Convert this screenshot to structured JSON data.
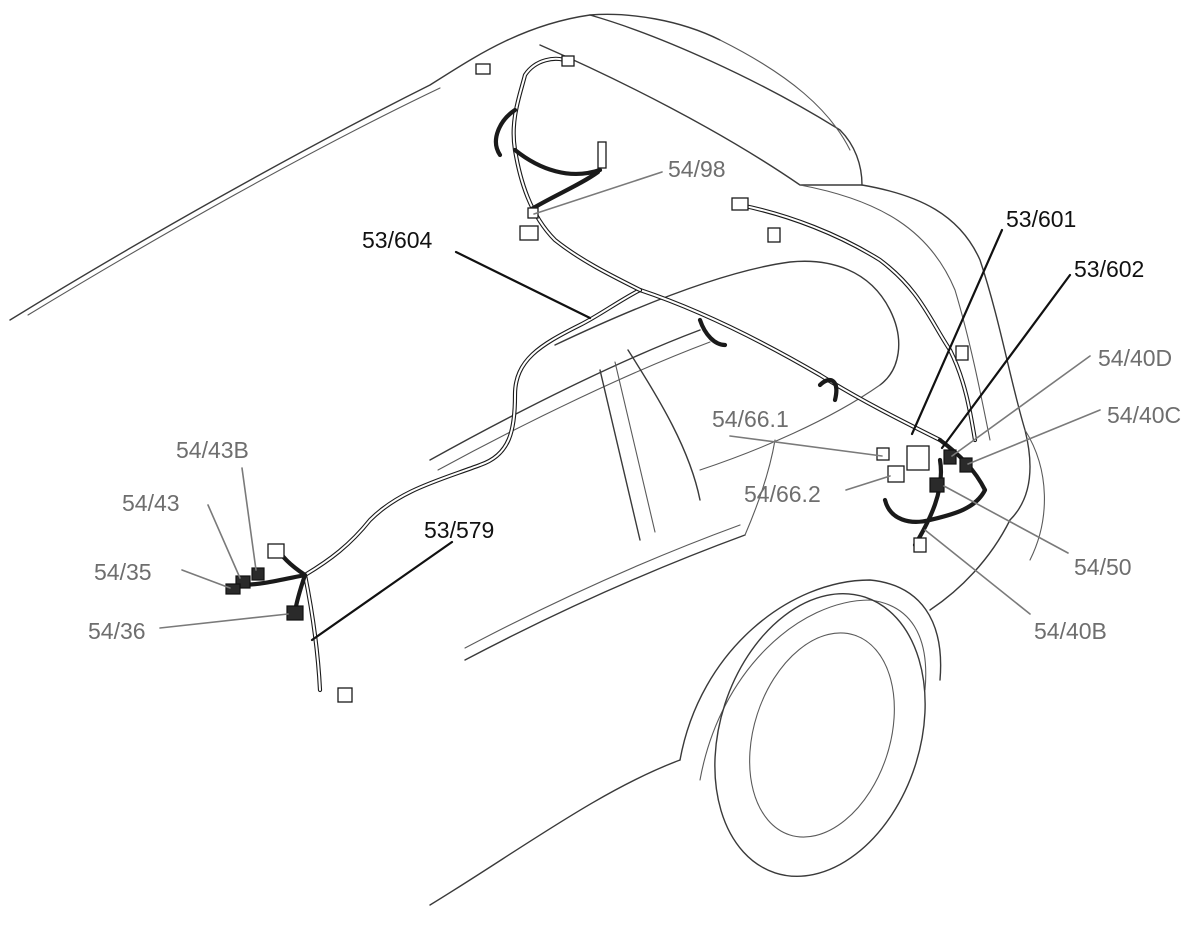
{
  "callouts": {
    "c_54_98": {
      "text": "54/98",
      "tone": "gray"
    },
    "c_53_604": {
      "text": "53/604",
      "tone": "black"
    },
    "c_53_601": {
      "text": "53/601",
      "tone": "black"
    },
    "c_53_602": {
      "text": "53/602",
      "tone": "black"
    },
    "c_54_40D": {
      "text": "54/40D",
      "tone": "gray"
    },
    "c_54_40C": {
      "text": "54/40C",
      "tone": "gray"
    },
    "c_54_66_1": {
      "text": "54/66.1",
      "tone": "gray"
    },
    "c_54_66_2": {
      "text": "54/66.2",
      "tone": "gray"
    },
    "c_54_43B": {
      "text": "54/43B",
      "tone": "gray"
    },
    "c_54_43": {
      "text": "54/43",
      "tone": "gray"
    },
    "c_53_579": {
      "text": "53/579",
      "tone": "black"
    },
    "c_54_35": {
      "text": "54/35",
      "tone": "gray"
    },
    "c_54_36": {
      "text": "54/36",
      "tone": "gray"
    },
    "c_54_50": {
      "text": "54/50",
      "tone": "gray"
    },
    "c_54_40B": {
      "text": "54/40B",
      "tone": "gray"
    }
  },
  "colors": {
    "background": "#ffffff",
    "primary_label": "#111111",
    "secondary_label": "#6e6e6e",
    "line_art": "#3a3a3a"
  }
}
